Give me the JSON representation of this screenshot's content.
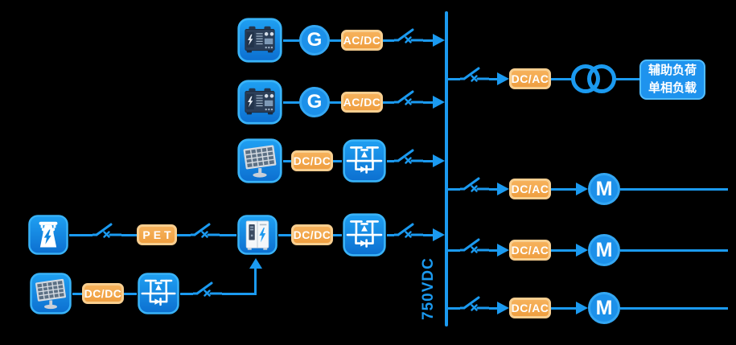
{
  "bus": {
    "label": "750VDC"
  },
  "labels": {
    "acdc": "AC/DC",
    "dcdc": "DC/DC",
    "dcac": "DC/AC",
    "pet": "PET",
    "generator": "G",
    "motor": "M"
  },
  "aux_load": {
    "line1": "辅助负荷",
    "line2": "单相负载"
  },
  "icons": [
    "diesel-generator-icon",
    "solar-panel-icon",
    "grid-tower-icon",
    "power-cabinet-icon",
    "dc-converter-icon",
    "breaker-switch-icon",
    "isolation-transformer-icon"
  ],
  "colors": {
    "background": "#000000",
    "line": "#1B9AF0",
    "tile_fill": "#1186DF",
    "tile_border": "#39B3F8",
    "box_fill": "#F2A64E",
    "box_border": "#F8CE8F",
    "node_fill": "#1C90E9",
    "node_border": "#34A7F3",
    "load_fill": "#1E93EE",
    "load_border": "#52BCFF",
    "text": "#FFFFFF"
  }
}
